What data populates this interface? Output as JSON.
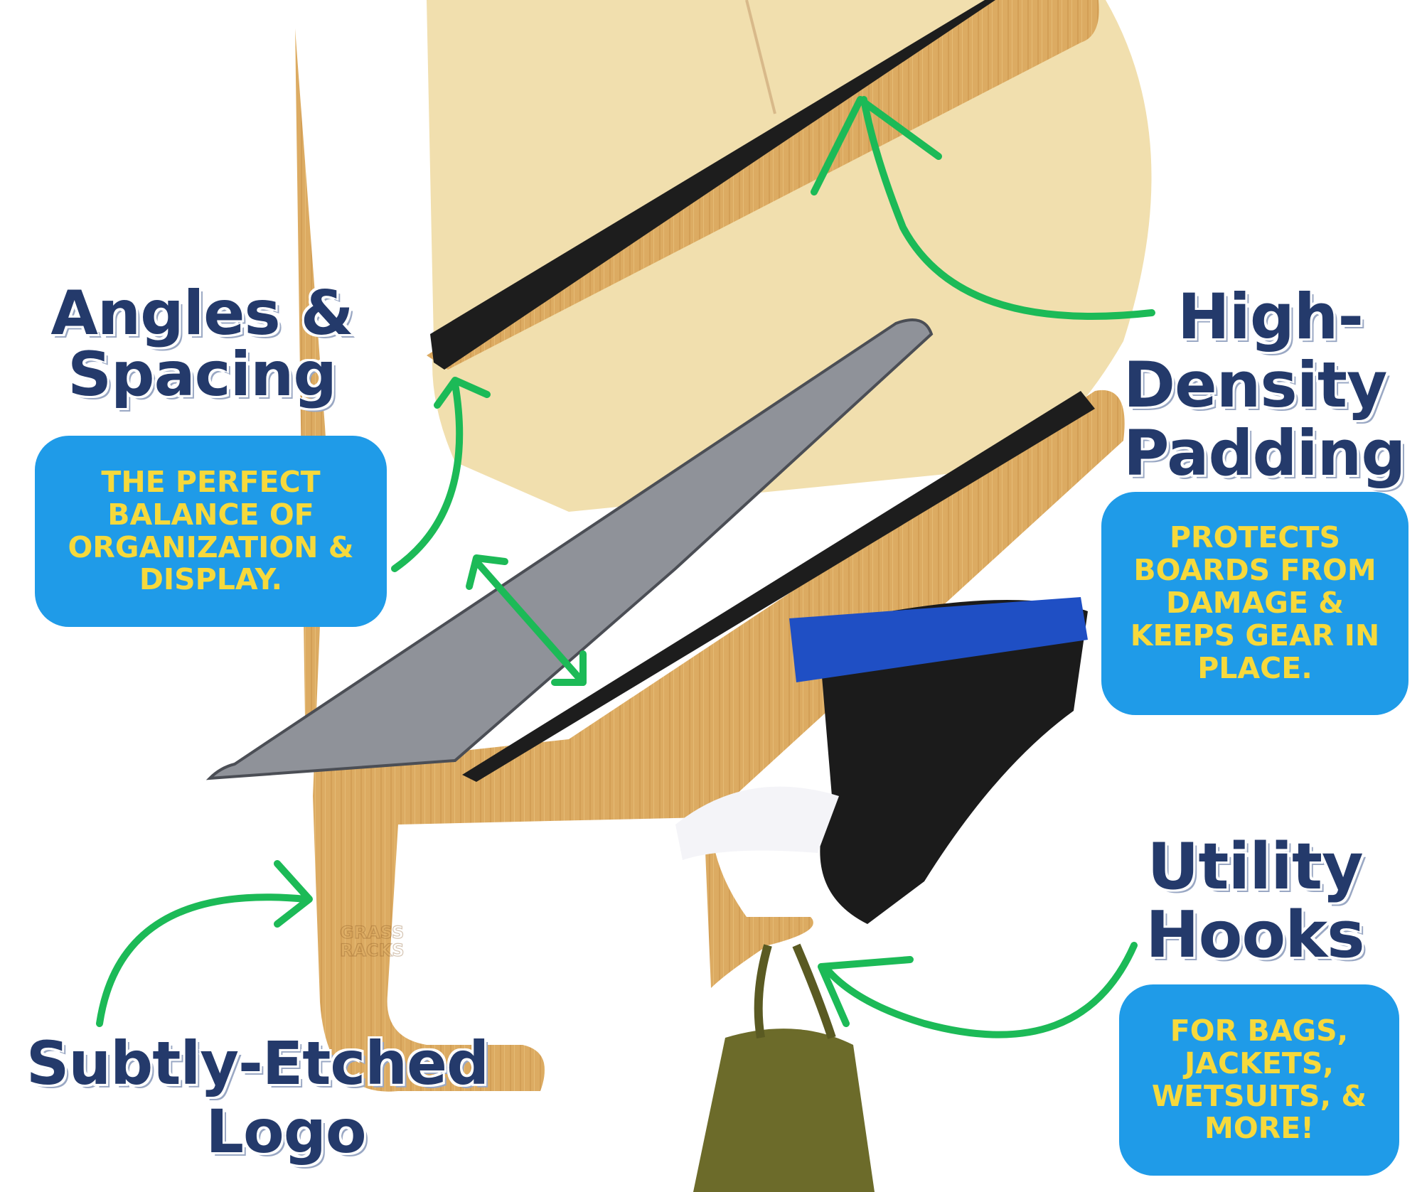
{
  "features": [
    {
      "title_lines": [
        "Angles &",
        "Spacing"
      ],
      "description": "THE PERFECT BALANCE OF ORGANIZATION & DISPLAY."
    },
    {
      "title_lines": [
        "High-",
        "Density",
        "Padding"
      ],
      "description": "PROTECTS BOARDS FROM DAMAGE & KEEPS GEAR IN PLACE."
    },
    {
      "title_lines": [
        "Utility",
        "Hooks"
      ],
      "description": "FOR BAGS, JACKETS, WETSUITS, & MORE!"
    },
    {
      "title_lines": [
        "Subtly-Etched",
        "Logo"
      ]
    }
  ],
  "etched_logo": "GRASS RACKS",
  "colors": {
    "heading": "#243a6b",
    "callout_bg": "#1f9be8",
    "callout_text": "#f6d93c",
    "arrow": "#1cba57",
    "bamboo": "#d9a85c"
  }
}
